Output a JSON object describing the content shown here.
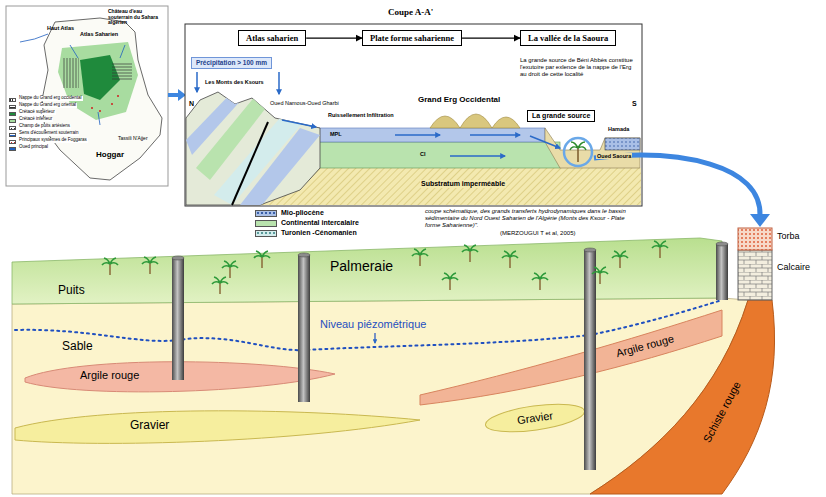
{
  "diagram": {
    "title": "Coupe A-A'",
    "caption": "coupe schématique, des grands transferts hydrodynamiques dans le bassin sédimentaire du Nord Ouest Saharien de l'Algérie (Monts des Ksour - Plate forme Saharienne)\".",
    "nodes": [
      {
        "text": [
          "Atlas saharien"
        ]
      },
      {
        "text": [
          "Plate forme saharienne"
        ]
      },
      {
        "text": [
          "La vallée de la Saoura"
        ]
      },
      {
        "text": [
          "Précipitation > 100 mm"
        ]
      },
      {
        "text": [
          "La grande source"
        ]
      }
    ],
    "edges": [
      {
        "from": 0,
        "to": 1,
        "arrow": "to"
      },
      {
        "from": 1,
        "to": 2,
        "arrow": "to"
      }
    ],
    "labels": [
      "Château d'eau souterrain du Sahara algérien",
      "Haut Atlas",
      "Atlas Saharien",
      "Hoggar",
      "Tassili N'Ajjer",
      "N",
      "S",
      "Les Monts des Ksours",
      "Oued Namous-Oued Gharbi",
      "Ruissellement Infiltration",
      "Grand Erg Occidental",
      "La grande source de Béni Abbès constitue l'exutoire par exlence de la nappe de l'Erg au droit de cette localité",
      "MPL",
      "CI",
      "Substratum imperméable",
      "Oued Saoura",
      "Hamada",
      "(MERZOUGUI T et al, 2005)",
      "Palmeraie",
      "Puits",
      "Sable",
      "Niveau piézométrique",
      "Argile rouge",
      "Gravier",
      "Argile rouge",
      "Gravier",
      "Schiste rouge",
      "Torba",
      "Calcaire"
    ],
    "legend": [
      {
        "text": "Nappe du Grand erg occidental"
      },
      {
        "text": "Nappe du Grand erg oriental"
      },
      {
        "text": "Crétacé supérieur",
        "color": "#1f8a3c"
      },
      {
        "text": "Crétacé inférieur",
        "color": "#a8dca0"
      },
      {
        "text": "Champ de puits artésiens"
      },
      {
        "text": "Sens d'écoulement souterrain"
      },
      {
        "text": "Principaux systèmes de Foggaras"
      },
      {
        "text": "Oued principal"
      },
      {
        "text": "Mio-pliocène",
        "color": "#a9bfe6"
      },
      {
        "text": "Continental intercalaire",
        "color": "#b9e3ae"
      },
      {
        "text": "Turonien -Cénomanien",
        "color": "#d3ecec"
      }
    ]
  }
}
